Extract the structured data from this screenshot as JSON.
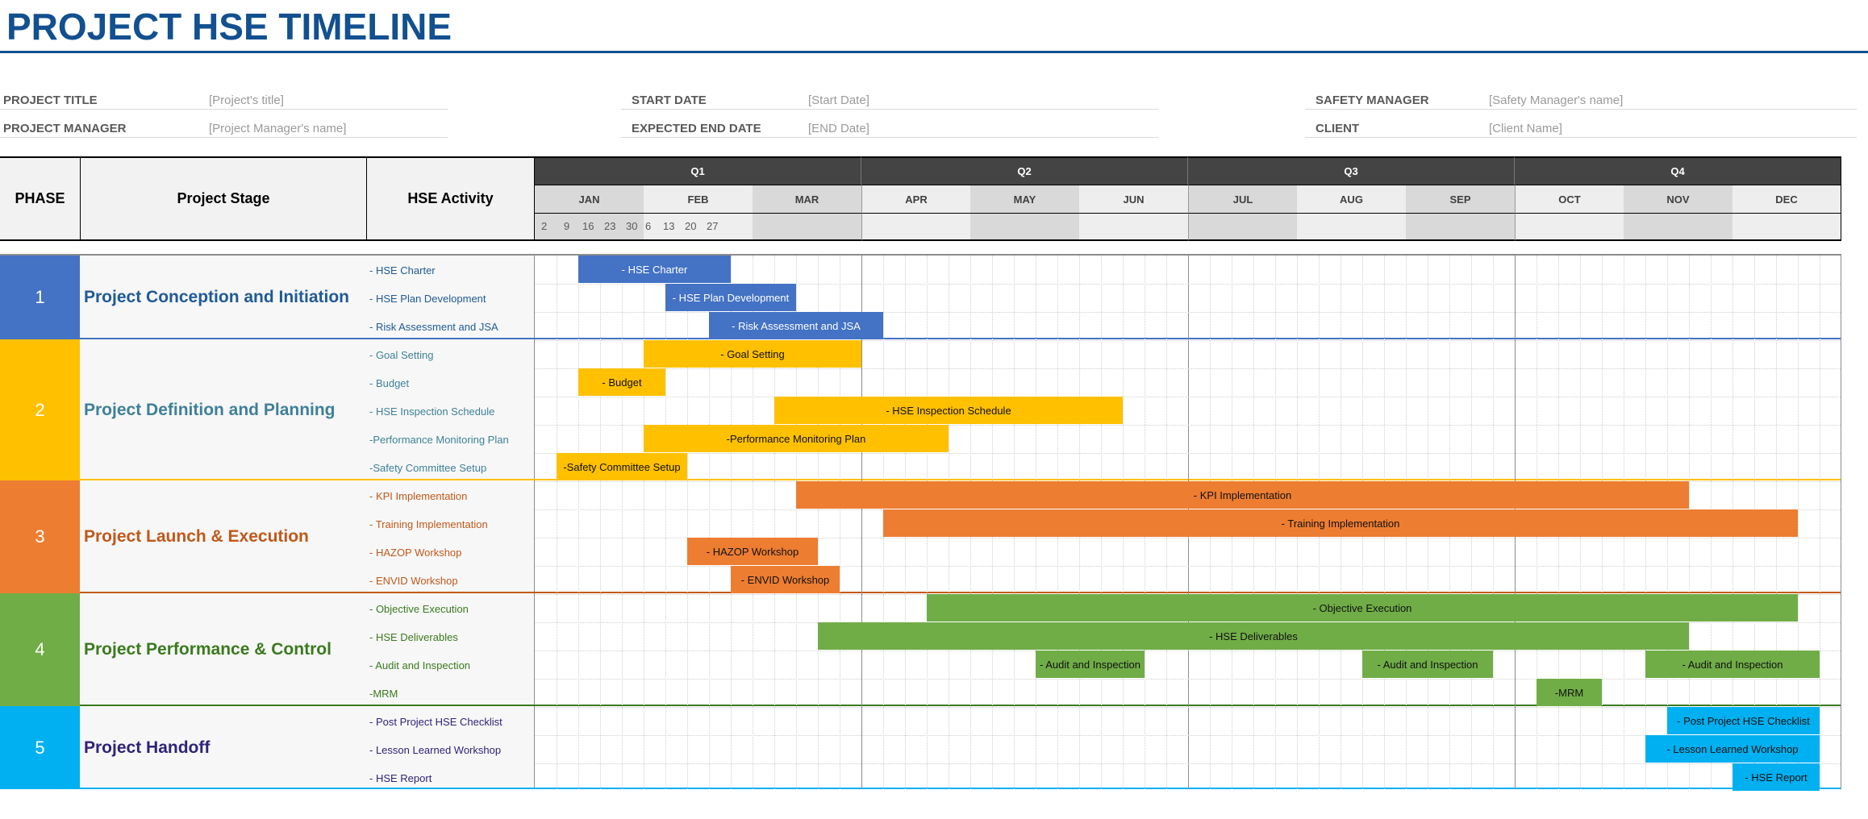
{
  "header": {
    "title": "PROJECT HSE TIMELINE"
  },
  "info": {
    "left": [
      {
        "label": "PROJECT TITLE",
        "value": "[Project's title]"
      },
      {
        "label": "PROJECT MANAGER",
        "value": "[Project Manager's name]"
      }
    ],
    "middle": [
      {
        "label": "START DATE",
        "value": "[Start Date]"
      },
      {
        "label": "EXPECTED END DATE",
        "value": "[END Date]"
      }
    ],
    "right": [
      {
        "label": "SAFETY MANAGER",
        "value": "[Safety Manager's name]"
      },
      {
        "label": "CLIENT",
        "value": "[Client Name]"
      }
    ]
  },
  "table_headers": {
    "phase": "PHASE",
    "stage": "Project Stage",
    "activity": "HSE Activity"
  },
  "quarters": [
    "Q1",
    "Q2",
    "Q3",
    "Q4"
  ],
  "months": [
    "JAN",
    "FEB",
    "MAR",
    "APR",
    "MAY",
    "JUN",
    "JUL",
    "AUG",
    "SEP",
    "OCT",
    "NOV",
    "DEC"
  ],
  "weeks_visible": [
    "2",
    "9",
    "16",
    "23",
    "30",
    "6",
    "13",
    "20",
    "27"
  ],
  "colors": {
    "title": "#12508F",
    "header_dark": "#444444",
    "month_dark": "#D9D9D9",
    "month_light": "#EEEEEE",
    "phase1": "#4472C4",
    "phase2": "#FFC000",
    "phase3": "#ED7D31",
    "phase4": "#70AD47",
    "phase5": "#00B0F0"
  },
  "phases": [
    {
      "number": "1",
      "stage": "Project Conception and Initiation",
      "color": "#4472C4",
      "text_color": "#1F5A96",
      "activities": [
        "- HSE Charter",
        "- HSE Plan Development",
        "- Risk Assessment and JSA"
      ]
    },
    {
      "number": "2",
      "stage": "Project Definition and Planning",
      "color": "#FFC000",
      "text_color": "#3E8097",
      "activities": [
        "- Goal Setting",
        "- Budget",
        "- HSE Inspection Schedule",
        "-Performance Monitoring Plan",
        "-Safety Committee Setup"
      ]
    },
    {
      "number": "3",
      "stage": "Project Launch & Execution",
      "color": "#ED7D31",
      "text_color": "#C0581A",
      "activities": [
        "- KPI Implementation",
        "- Training  Implementation",
        "- HAZOP Workshop",
        "- ENVID Workshop"
      ]
    },
    {
      "number": "4",
      "stage": "Project Performance & Control",
      "color": "#70AD47",
      "text_color": "#3A7A1E",
      "activities": [
        "- Objective Execution",
        "- HSE Deliverables",
        "- Audit and Inspection",
        "-MRM"
      ]
    },
    {
      "number": "5",
      "stage": "Project Handoff",
      "color": "#00B0F0",
      "text_color": "#2F2378",
      "activities": [
        "- Post Project HSE Checklist",
        "- Lesson Learned Workshop",
        "- HSE Report"
      ]
    }
  ],
  "chart_data": {
    "type": "gantt",
    "title": "PROJECT HSE TIMELINE",
    "time_unit": "week columns (60 total, 5 per month, 15 per quarter)",
    "x_quarters": [
      "Q1",
      "Q2",
      "Q3",
      "Q4"
    ],
    "x_months": [
      "JAN",
      "FEB",
      "MAR",
      "APR",
      "MAY",
      "JUN",
      "JUL",
      "AUG",
      "SEP",
      "OCT",
      "NOV",
      "DEC"
    ],
    "x_week_labels": [
      "2",
      "9",
      "16",
      "23",
      "30",
      "6",
      "13",
      "20",
      "27"
    ],
    "tasks": [
      {
        "row": 0,
        "phase": 1,
        "label": "- HSE Charter",
        "start": 2,
        "span": 7
      },
      {
        "row": 1,
        "phase": 1,
        "label": "- HSE Plan Development",
        "start": 6,
        "span": 6
      },
      {
        "row": 2,
        "phase": 1,
        "label": "- Risk Assessment and JSA",
        "start": 8,
        "span": 8
      },
      {
        "row": 3,
        "phase": 2,
        "label": "- Goal Setting",
        "start": 5,
        "span": 10
      },
      {
        "row": 4,
        "phase": 2,
        "label": "- Budget",
        "start": 2,
        "span": 4
      },
      {
        "row": 5,
        "phase": 2,
        "label": "- HSE Inspection Schedule",
        "start": 11,
        "span": 16
      },
      {
        "row": 6,
        "phase": 2,
        "label": "-Performance Monitoring Plan",
        "start": 5,
        "span": 14
      },
      {
        "row": 7,
        "phase": 2,
        "label": "-Safety Committee Setup",
        "start": 1,
        "span": 6
      },
      {
        "row": 8,
        "phase": 3,
        "label": "- KPI Implementation",
        "start": 12,
        "span": 41
      },
      {
        "row": 9,
        "phase": 3,
        "label": "- Training  Implementation",
        "start": 16,
        "span": 42
      },
      {
        "row": 10,
        "phase": 3,
        "label": "- HAZOP Workshop",
        "start": 7,
        "span": 6
      },
      {
        "row": 11,
        "phase": 3,
        "label": "- ENVID Workshop",
        "start": 9,
        "span": 5
      },
      {
        "row": 12,
        "phase": 4,
        "label": "- Objective Execution",
        "start": 18,
        "span": 40
      },
      {
        "row": 13,
        "phase": 4,
        "label": "- HSE Deliverables",
        "start": 13,
        "span": 40
      },
      {
        "row": 14,
        "phase": 4,
        "label": "- Audit and Inspection",
        "start": 23,
        "span": 5
      },
      {
        "row": 14,
        "phase": 4,
        "label": "- Audit and Inspection",
        "start": 38,
        "span": 6
      },
      {
        "row": 14,
        "phase": 4,
        "label": "- Audit and Inspection",
        "start": 51,
        "span": 8
      },
      {
        "row": 15,
        "phase": 4,
        "label": "-MRM",
        "start": 46,
        "span": 3
      },
      {
        "row": 16,
        "phase": 5,
        "label": "- Post Project HSE Checklist",
        "start": 52,
        "span": 7
      },
      {
        "row": 17,
        "phase": 5,
        "label": "- Lesson Learned Workshop",
        "start": 51,
        "span": 8
      },
      {
        "row": 18,
        "phase": 5,
        "label": "- HSE Report",
        "start": 55,
        "span": 4
      }
    ],
    "grid": true
  }
}
